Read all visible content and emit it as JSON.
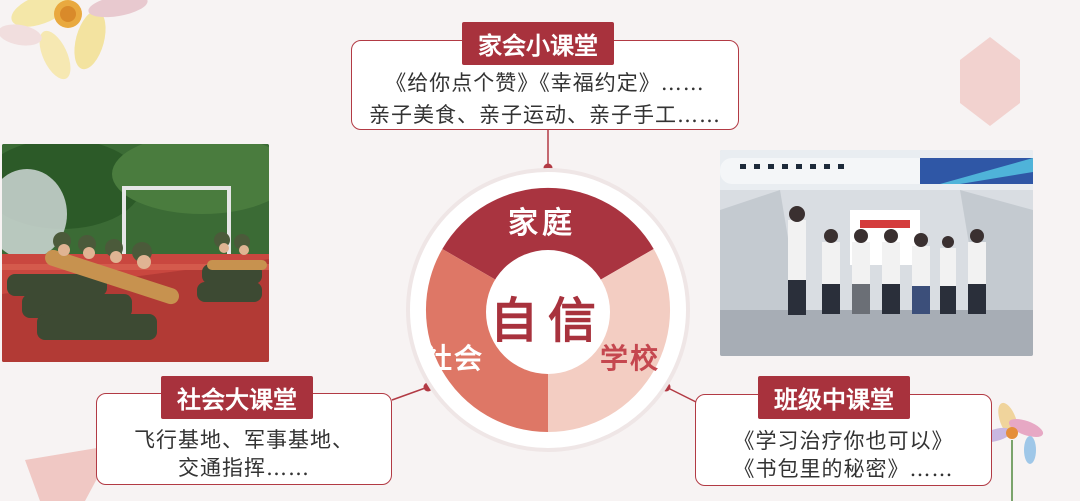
{
  "center": {
    "main": "自信",
    "segment_family": "家庭",
    "segment_school": "学校",
    "segment_society": "社会"
  },
  "family_class": {
    "title": "家会小课堂",
    "line1": "《给你点个赞》《幸福约定》……",
    "line2": "亲子美食、亲子运动、亲子手工……"
  },
  "class_class": {
    "title": "班级中课堂",
    "line1": "《学习治疗你也可以》",
    "line2": "《书包里的秘密》……"
  },
  "society_class": {
    "title": "社会大课堂",
    "line1": "飞行基地、军事基地、",
    "line2": "交通指挥……"
  },
  "colors": {
    "primary": "#a8323d",
    "family_segment": "#a93440",
    "society_segment": "#de7766",
    "school_segment": "#f3cdc2",
    "background": "#f7f3f3"
  },
  "photos": {
    "left": "children-military-training-photo",
    "right": "children-aviation-base-photo"
  }
}
